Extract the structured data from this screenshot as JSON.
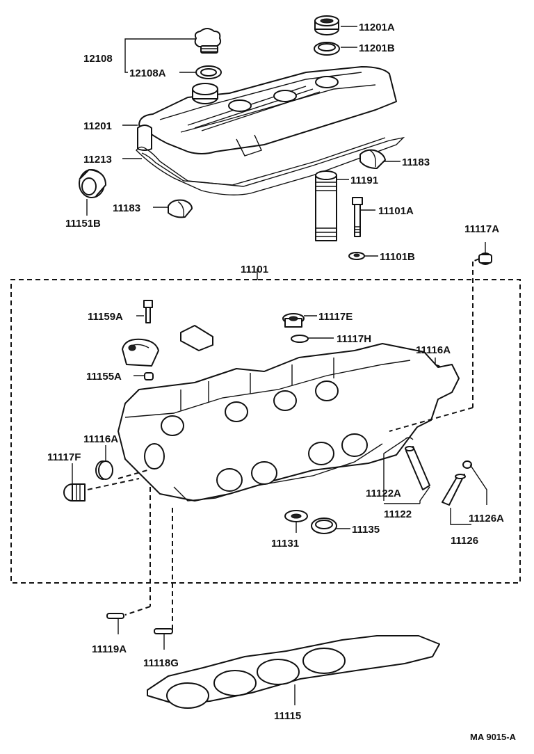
{
  "labels": {
    "p12108": "12108",
    "p12108A": "12108A",
    "p11201A": "11201A",
    "p11201B": "11201B",
    "p11201": "11201",
    "p11213": "11213",
    "p11183_right": "11183",
    "p11191": "11191",
    "p11183_left": "11183",
    "p11151B": "11151B",
    "p11101A": "11101A",
    "p11117A": "11117A",
    "p11101B": "11101B",
    "p11101": "11101",
    "p11159A": "11159A",
    "p11117E": "11117E",
    "p11117H": "11117H",
    "p11116A_right": "11116A",
    "p11155A": "11155A",
    "p11116A_left": "11116A",
    "p11117F": "11117F",
    "p11122A": "11122A",
    "p11122": "11122",
    "p11126A": "11126A",
    "p11126": "11126",
    "p11131": "11131",
    "p11135": "11135",
    "p11119A": "11119A",
    "p11118G": "11118G",
    "p11115": "11115"
  },
  "footer": {
    "code": "MA 9015-A"
  }
}
